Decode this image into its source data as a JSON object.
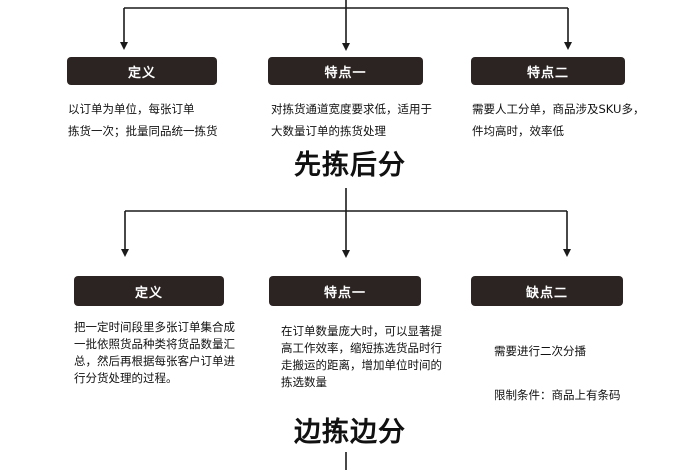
{
  "colors": {
    "header_bg": "#2b2422",
    "header_text": "#ffffff",
    "line": "#1a1a1a",
    "text": "#111111"
  },
  "top_section": {
    "boxes": [
      {
        "label": "定义",
        "text": "以订单为单位，每张订单\n拣货一次；批量同品统一拣货"
      },
      {
        "label": "特点一",
        "text": "对拣货通道宽度要求低，适用于\n大数量订单的拣货处理"
      },
      {
        "label": "特点二",
        "text": "需要人工分单，商品涉及SKU多，\n件均高时，效率低"
      }
    ]
  },
  "middle_title": "先拣后分",
  "middle_section": {
    "boxes": [
      {
        "label": "定义",
        "text": "把一定时间段里多张订单集合成\n一批依照货品种类将货品数量汇\n总，然后再根据每张客户订单进\n行分货处理的过程。"
      },
      {
        "label": "特点一",
        "text": "在订单数量庞大时，可以显著提\n高工作效率，缩短拣选货品时行\n走搬运的距离，增加单位时间的\n拣选数量"
      },
      {
        "label": "缺点二",
        "lines": [
          "需要进行二次分播",
          "限制条件：商品上有条码"
        ]
      }
    ]
  },
  "bottom_title": "边拣边分"
}
